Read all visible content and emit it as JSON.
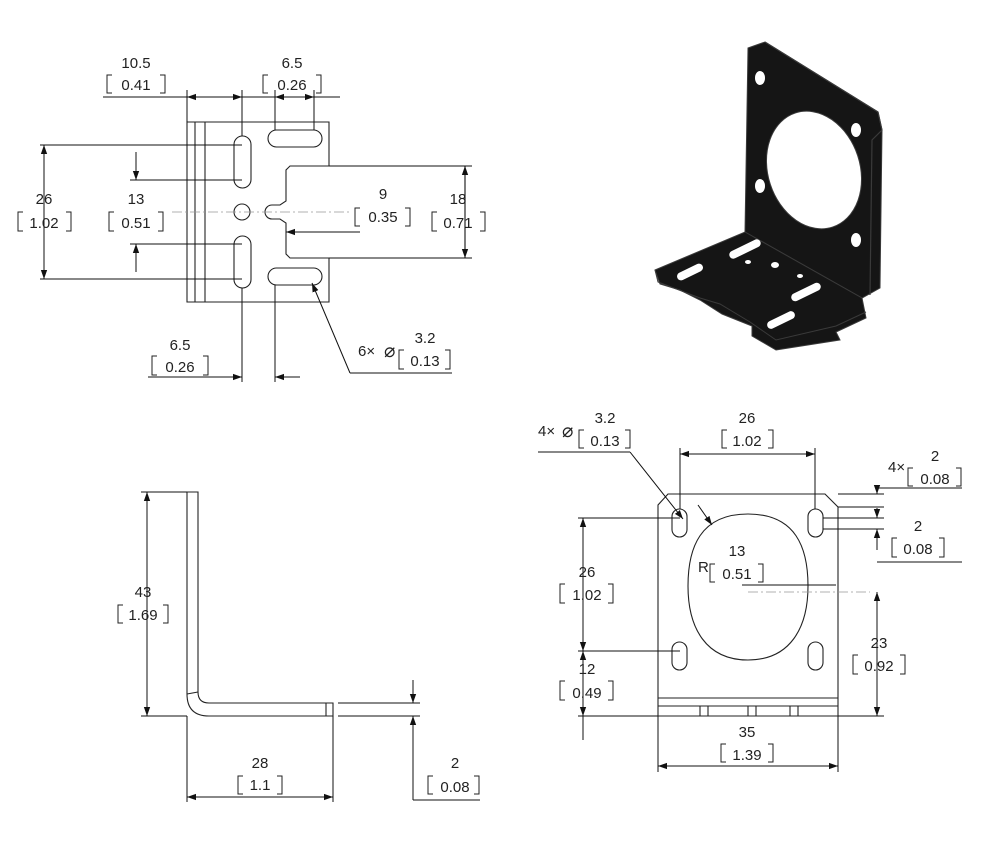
{
  "top_view": {
    "dim_10_5": {
      "mm": "10.5",
      "in": "0.41"
    },
    "dim_6_5_top": {
      "mm": "6.5",
      "in": "0.26"
    },
    "dim_26": {
      "mm": "26",
      "in": "1.02"
    },
    "dim_13": {
      "mm": "13",
      "in": "0.51"
    },
    "dim_9": {
      "mm": "9",
      "in": "0.35"
    },
    "dim_18": {
      "mm": "18",
      "in": "0.71"
    },
    "dim_6_5_bottom": {
      "mm": "6.5",
      "in": "0.26"
    },
    "hole_callout": {
      "qty": "6×",
      "symbol": "⌀",
      "mm": "3.2",
      "in": "0.13"
    }
  },
  "side_view": {
    "dim_43": {
      "mm": "43",
      "in": "1.69"
    },
    "dim_28": {
      "mm": "28",
      "in": "1.1"
    },
    "dim_2": {
      "mm": "2",
      "in": "0.08"
    }
  },
  "front_view": {
    "hole_callout": {
      "qty": "4×",
      "symbol": "⌀",
      "mm": "3.2",
      "in": "0.13"
    },
    "dim_26_top": {
      "mm": "26",
      "in": "1.02"
    },
    "chamfer": {
      "qty": "4×",
      "mm": "2",
      "in": "0.08"
    },
    "dim_2_right": {
      "mm": "2",
      "in": "0.08"
    },
    "radius": {
      "prefix": "R",
      "mm": "13",
      "in": "0.51"
    },
    "dim_26_left": {
      "mm": "26",
      "in": "1.02"
    },
    "dim_23": {
      "mm": "23",
      "in": "0.92"
    },
    "dim_12": {
      "mm": "12",
      "in": "0.49"
    },
    "dim_35": {
      "mm": "35",
      "in": "1.39"
    }
  },
  "colors": {
    "line": "#222222",
    "iso_body": "#151515",
    "iso_edge": "#3a3a3a"
  },
  "iso_view": {
    "description_icon": "bracket-3d-icon"
  }
}
